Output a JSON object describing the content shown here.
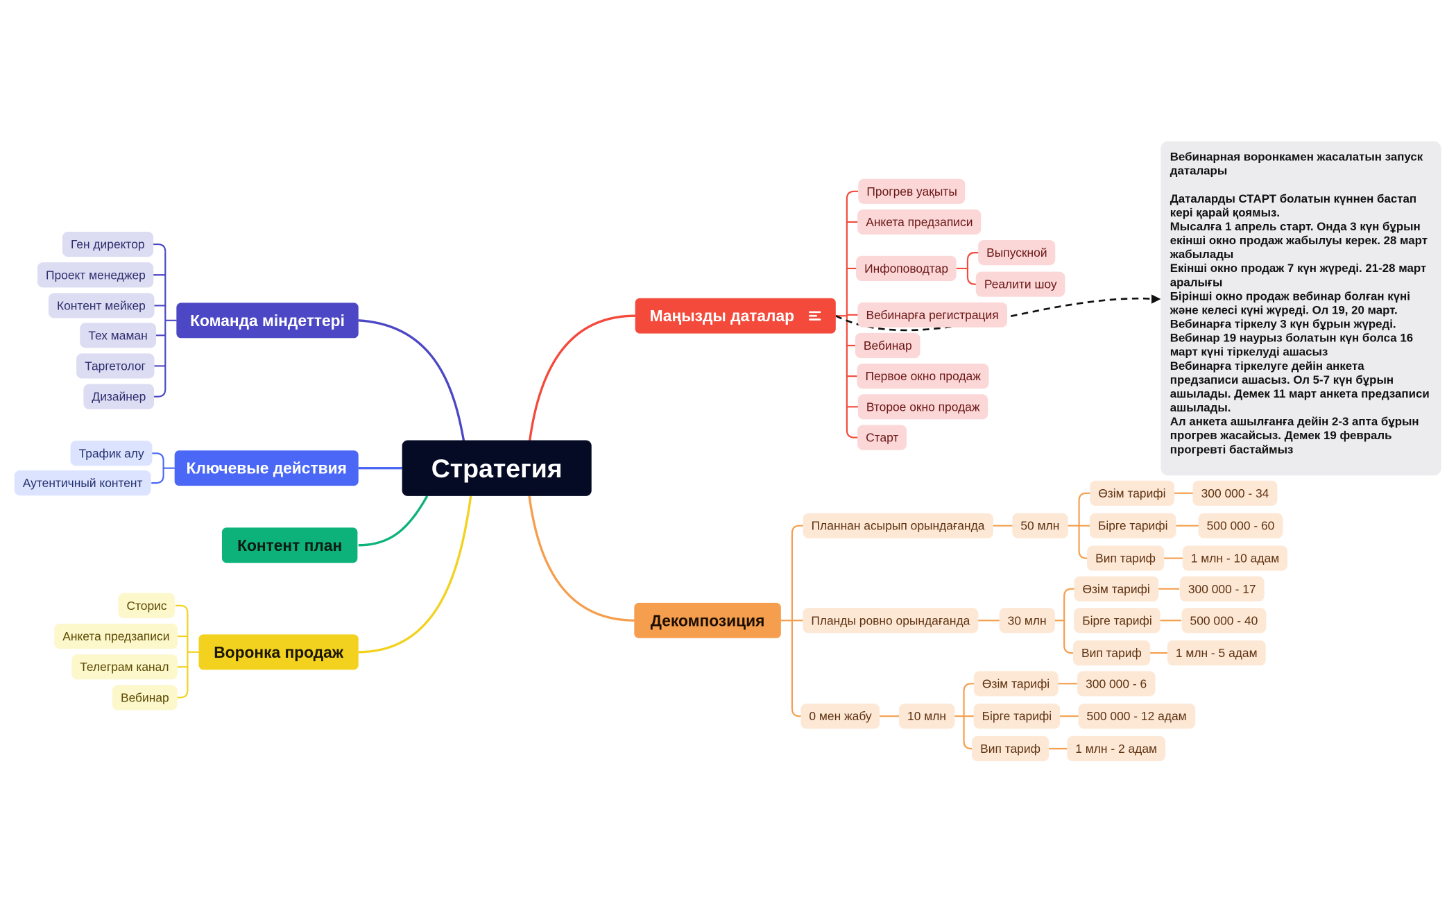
{
  "center": "Стратегия",
  "colors": {
    "komanda": "#4c47c4",
    "kluchevye": "#4a68f5",
    "kontent": "#0db27a",
    "voronka": "#f2d21f",
    "manyzdy": "#f34a3c",
    "dekompoziciya": "#f59e4d"
  },
  "komanda": {
    "label": "Команда міндеттері",
    "items": [
      "Ген директор",
      "Проект менеджер",
      "Контент мейкер",
      "Тех маман",
      "Таргетолог",
      "Дизайнер"
    ]
  },
  "kluchevye": {
    "label": "Ключевые действия",
    "items": [
      "Трафик алу",
      "Аутентичный контент"
    ]
  },
  "kontent": {
    "label": "Контент план"
  },
  "voronka": {
    "label": "Воронка продаж",
    "items": [
      "Сторис",
      "Анкета предзаписи",
      "Телеграм канал",
      "Вебинар"
    ]
  },
  "manyzdy": {
    "label": "Маңызды даталар",
    "icon": "notes-icon",
    "items": [
      "Прогрев уақыты",
      "Анкета предзаписи",
      "Инфоповодтар",
      "Вебинарға регистрация",
      "Вебинар",
      "Первое окно продаж",
      "Второе окно продаж",
      "Старт"
    ],
    "infopovod": [
      "Выпускной",
      "Реалити шоу"
    ]
  },
  "note": {
    "title": "Вебинарная воронкамен жасалатын запуск даталары",
    "lines": [
      "Даталарды СТАРТ болатын күннен бастап кері қарай қоямыз.",
      "Мысалға 1 апрель старт. Онда 3 күн бұрын екінші окно продаж жабылуы керек. 28 март жабылады",
      "Екінші окно продаж 7 күн жүреді. 21-28 март аралығы",
      "Бірінші окно продаж вебинар болған күні және келесі күні жүреді. Ол 19, 20 март.",
      "Вебинарға тіркелу 3 күн бұрын жүреді.",
      "Вебинар 19 наурыз болатын күн болса 16 март күні тіркелуді ашасыз",
      "Вебинарға тіркелуге дейін анкета предзаписи ашасыз. Ол 5-7 күн бұрын ашылады. Демек 11 март анкета предзаписи ашылады.",
      "Ал анкета ашылғанға дейін 2-3 апта бұрын прогрев жасайсыз. Демек 19 февраль прогревті бастаймыз"
    ]
  },
  "dekompoziciya": {
    "label": "Декомпозиция",
    "plans": [
      {
        "label": "Планнан асырып орындағанда",
        "amount": "50 млн",
        "tariffs": [
          {
            "name": "Өзім тарифі",
            "value": "300 000 - 34"
          },
          {
            "name": "Бірге тарифі",
            "value": "500 000 - 60"
          },
          {
            "name": "Вип тариф",
            "value": "1 млн - 10 адам"
          }
        ]
      },
      {
        "label": "Планды ровно орындағанда",
        "amount": "30 млн",
        "tariffs": [
          {
            "name": "Өзім тарифі",
            "value": "300 000 - 17"
          },
          {
            "name": "Бірге тарифі",
            "value": "500 000 - 40"
          },
          {
            "name": "Вип тариф",
            "value": "1 млн - 5 адам"
          }
        ]
      },
      {
        "label": "0 мен жабу",
        "amount": "10 млн",
        "tariffs": [
          {
            "name": "Өзім тарифі",
            "value": "300 000 - 6"
          },
          {
            "name": "Бірге тарифі",
            "value": "500 000 - 12 адам"
          },
          {
            "name": "Вип тариф",
            "value": "1 млн - 2 адам"
          }
        ]
      }
    ]
  }
}
